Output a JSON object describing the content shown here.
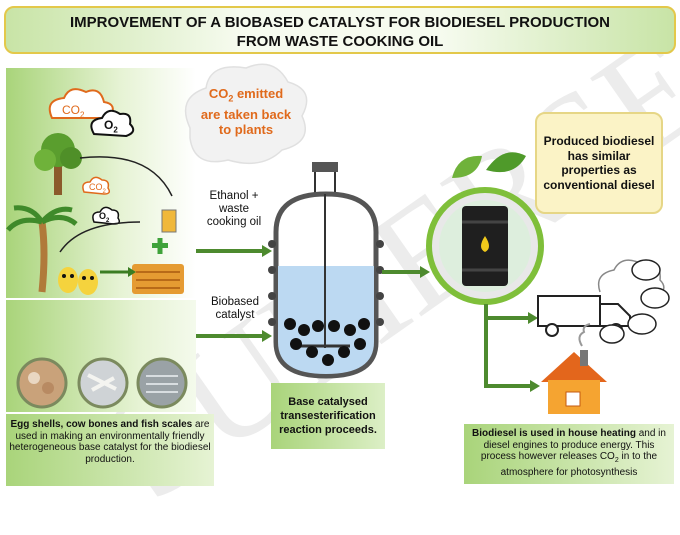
{
  "title_line1": "IMPROVEMENT OF A BIOBASED CATALYST FOR BIODIESEL PRODUCTION",
  "title_line2": "FROM WASTE COOKING OIL",
  "co2_label": "CO",
  "co2_sub": "2",
  "o2_label": "O",
  "o2_sub": "2",
  "cloud_text_a": "CO",
  "cloud_text_sub": "2",
  "cloud_text_b": " emitted are taken back to plants",
  "ethanol_label": "Ethanol + waste cooking oil",
  "catalyst_label": "Biobased catalyst",
  "produced_text": "Produced biodiesel has similar properties as conventional diesel",
  "reaction_text": "Base catalysed transesterification reaction proceeds.",
  "left_caption_bold": "Egg shells, cow bones and fish scales",
  "left_caption_rest": " are used in making an environmentally friendly heterogeneous base catalyst for the biodiesel production.",
  "right_caption_bold": "Biodiesel is used in house heating",
  "right_caption_rest_a": " and in diesel engines to produce energy. This process however releases CO",
  "right_caption_sub": "2",
  "right_caption_rest_b": " in to the atmosphere for photosynthesis",
  "watermark_text": "SUMERSE",
  "colors": {
    "arrow": "#4d8a2e",
    "emit": "#e06a1c",
    "title_border": "#e3c84a",
    "panel": "#a9d47a"
  }
}
